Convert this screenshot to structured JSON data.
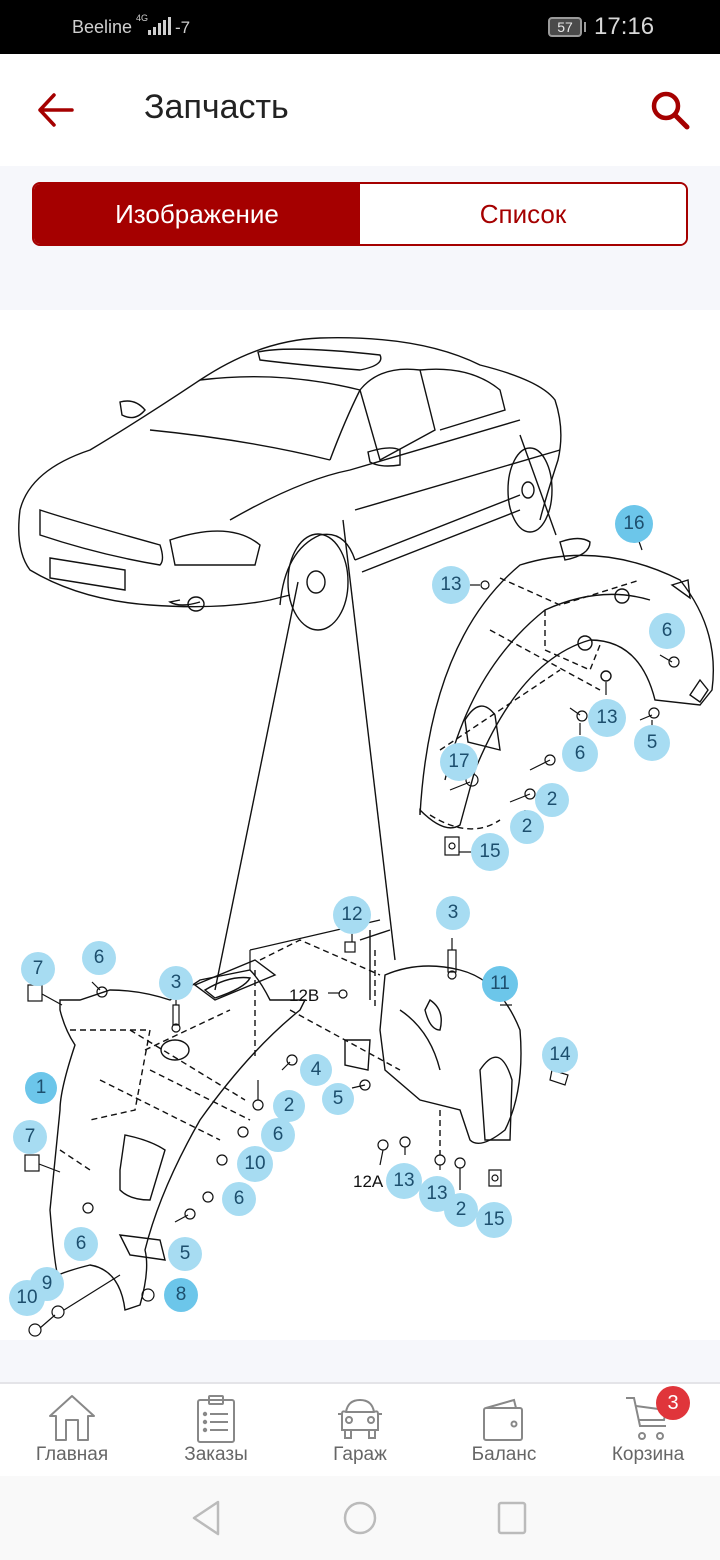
{
  "status_bar": {
    "carrier": "Beeline",
    "network": "4G",
    "signal_extra": "-7",
    "battery": "57",
    "time": "17:16"
  },
  "app_bar": {
    "back_icon": "arrow-left-icon",
    "title": "Запчасть",
    "search_icon": "search-icon"
  },
  "segment": {
    "tabs": [
      {
        "label": "Изображение",
        "active": true
      },
      {
        "label": "Список",
        "active": false
      }
    ]
  },
  "diagram": {
    "callouts": [
      {
        "label": "16",
        "style": "dark"
      },
      {
        "label": "13",
        "style": "light"
      },
      {
        "label": "6",
        "style": "light"
      },
      {
        "label": "13",
        "style": "light"
      },
      {
        "label": "5",
        "style": "light"
      },
      {
        "label": "6",
        "style": "light"
      },
      {
        "label": "17",
        "style": "light"
      },
      {
        "label": "2",
        "style": "light"
      },
      {
        "label": "2",
        "style": "light"
      },
      {
        "label": "15",
        "style": "light"
      },
      {
        "label": "12",
        "style": "light"
      },
      {
        "label": "3",
        "style": "light"
      },
      {
        "label": "7",
        "style": "light"
      },
      {
        "label": "6",
        "style": "light"
      },
      {
        "label": "3",
        "style": "light"
      },
      {
        "label": "11",
        "style": "dark"
      },
      {
        "label": "1",
        "style": "dark"
      },
      {
        "label": "4",
        "style": "light"
      },
      {
        "label": "14",
        "style": "light"
      },
      {
        "label": "2",
        "style": "light"
      },
      {
        "label": "5",
        "style": "light"
      },
      {
        "label": "7",
        "style": "light"
      },
      {
        "label": "6",
        "style": "light"
      },
      {
        "label": "10",
        "style": "light"
      },
      {
        "label": "13",
        "style": "light"
      },
      {
        "label": "6",
        "style": "light"
      },
      {
        "label": "13",
        "style": "light"
      },
      {
        "label": "2",
        "style": "light"
      },
      {
        "label": "6",
        "style": "light"
      },
      {
        "label": "5",
        "style": "light"
      },
      {
        "label": "15",
        "style": "light"
      },
      {
        "label": "9",
        "style": "light"
      },
      {
        "label": "10",
        "style": "light"
      },
      {
        "label": "8",
        "style": "dark"
      }
    ],
    "plain_labels": [
      "12B",
      "12A"
    ]
  },
  "bottom_nav": {
    "items": [
      {
        "label": "Главная",
        "icon": "home-icon"
      },
      {
        "label": "Заказы",
        "icon": "clipboard-icon"
      },
      {
        "label": "Гараж",
        "icon": "car-icon"
      },
      {
        "label": "Баланс",
        "icon": "wallet-icon"
      },
      {
        "label": "Корзина",
        "icon": "cart-icon",
        "badge": "3"
      }
    ]
  },
  "system_nav": {
    "back": "back-triangle-icon",
    "home": "home-circle-icon",
    "recents": "recents-square-icon"
  },
  "colors": {
    "accent": "#a50000",
    "callout_light": "#a7dcf2",
    "callout_dark": "#6cc6ea",
    "badge": "#e0353b"
  }
}
